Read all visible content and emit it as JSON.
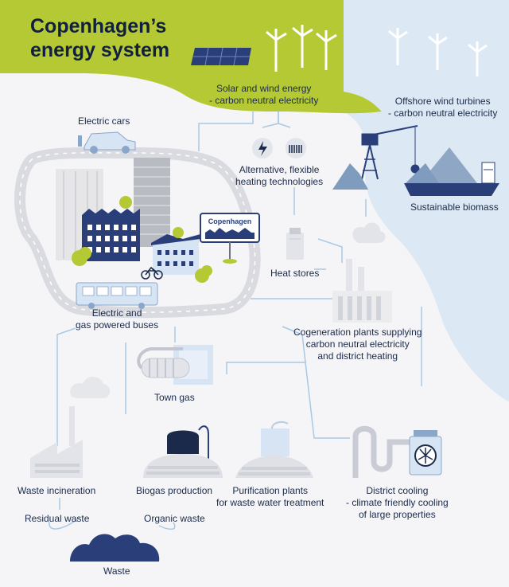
{
  "header": {
    "title_line1": "Copenhagen’s",
    "title_line2": "energy system"
  },
  "labels": {
    "solar_wind": [
      "Solar and wind energy",
      "- carbon neutral electricity"
    ],
    "offshore": [
      "Offshore wind turbines",
      "- carbon neutral electricity"
    ],
    "electric_cars": "Electric cars",
    "alt_heating": [
      "Alternative, flexible",
      "heating technologies"
    ],
    "sustainable_biomass": "Sustainable biomass",
    "heat_stores": "Heat stores",
    "buses": [
      "Electric and",
      "gas powered buses"
    ],
    "cogeneration": [
      "Cogeneration plants supplying",
      "carbon neutral electricity",
      "and district heating"
    ],
    "town_gas": "Town gas",
    "waste_incineration": "Waste incineration",
    "biogas": "Biogas production",
    "purification": [
      "Purification plants",
      "for waste water treatment"
    ],
    "district_cooling": [
      "District cooling",
      "- climate friendly cooling",
      "of large properties"
    ],
    "residual_waste": "Residual waste",
    "organic_waste": "Organic waste",
    "waste": "Waste",
    "city_sign": "Copenhagen"
  },
  "colors": {
    "green": "#b5c935",
    "sea": "#dce9f4",
    "navy": "#2a3f7a",
    "road": "#d9dbe0",
    "flow": "#a9c8e2"
  },
  "icons": [
    "wind-turbine-icon",
    "solar-panel-icon",
    "lightning-icon",
    "heating-coil-icon",
    "crane-icon",
    "ship-icon",
    "bicycle-icon",
    "cogeneration-plant-icon",
    "gas-pipe-icon",
    "cooling-plant-icon",
    "incineration-plant-icon",
    "biogas-plant-icon",
    "purification-plant-icon",
    "waste-pile-icon",
    "bus-icon",
    "car-icon"
  ]
}
